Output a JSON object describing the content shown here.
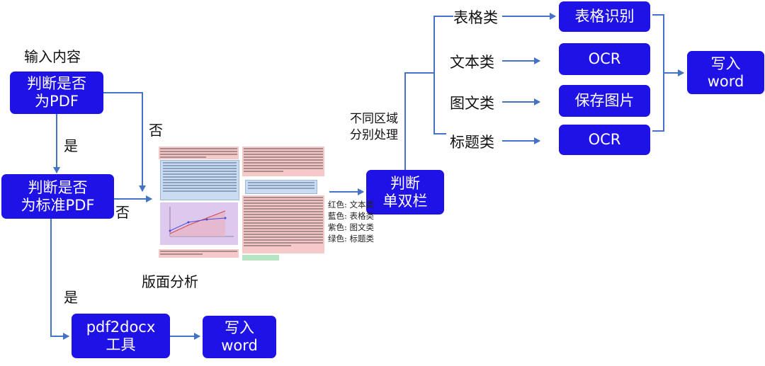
{
  "colors": {
    "box_fill": "#1f12e6",
    "arrow": "#4472c4",
    "text_region": "#f4c9c8",
    "table_region": "#c9dcf2",
    "figure_region": "#ddc9ee",
    "title_region": "#b7e4c2"
  },
  "input_label": "输入内容",
  "nodes": {
    "is_pdf": "判断是否\n为PDF",
    "is_standard_pdf": "判断是否\n为标准PDF",
    "pdf2docx": "pdf2docx\n工具",
    "write_word_bottom": "写入\nword",
    "single_double": "判断\n单双栏",
    "table_recognition": "表格识别",
    "ocr_text": "OCR",
    "save_image": "保存图片",
    "ocr_title": "OCR",
    "write_word_right": "写入\nword"
  },
  "edge_labels": {
    "yes_1": "是",
    "no_1": "否",
    "no_2": "否",
    "yes_2": "是",
    "regions": "不同区域\n分别处理"
  },
  "layout_analysis_label": "版面分析",
  "categories": {
    "table": "表格类",
    "text": "文本类",
    "figure_text": "图文类",
    "title": "标题类"
  },
  "legend": [
    "红色: 文本类",
    "藍色: 表格类",
    "紫色: 图文类",
    "绿色: 标题类"
  ]
}
